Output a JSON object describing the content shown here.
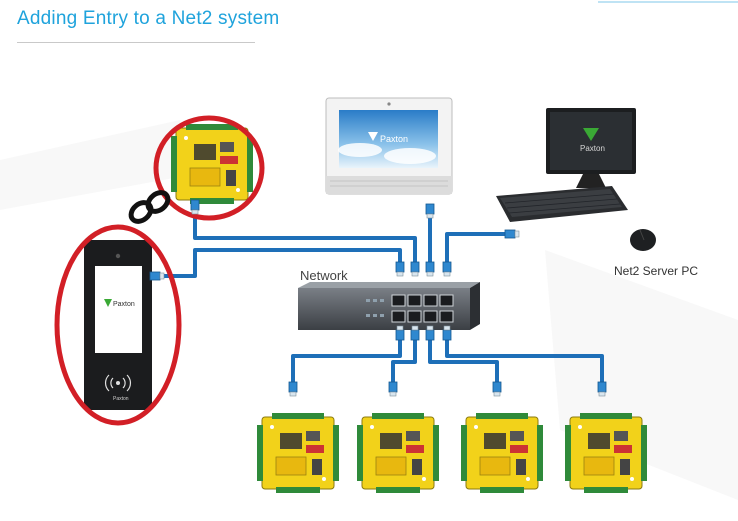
{
  "page": {
    "title": "Adding Entry to a Net2 system"
  },
  "labels": {
    "network": "Network",
    "server_pc": "Net2 Server PC",
    "brand": "Paxton"
  },
  "colors": {
    "title": "#1fa3dc",
    "cable": "#1e6fb8",
    "highlight_ring": "#d21f26",
    "controller_board": "#f2d21a",
    "brand_green": "#3aa935"
  },
  "icons": {
    "switch": "network-switch-icon",
    "controller": "access-controller-board-icon",
    "monitor": "entry-monitor-icon",
    "panel": "entry-door-panel-icon",
    "pc": "server-pc-icon",
    "link": "chain-link-icon"
  }
}
